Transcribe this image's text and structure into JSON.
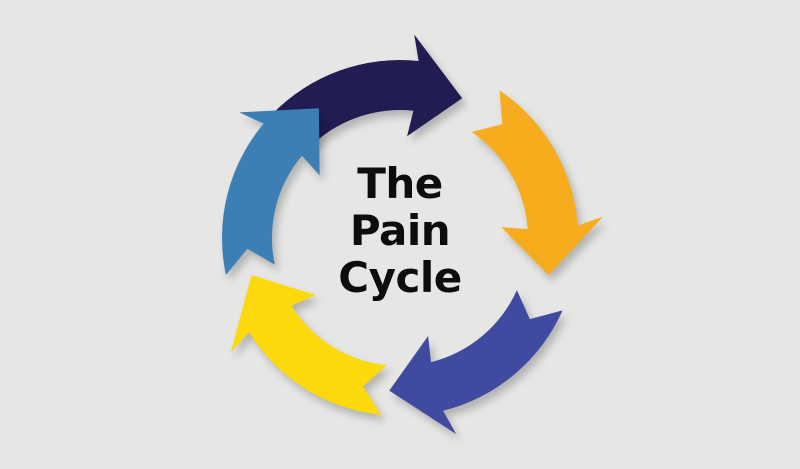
{
  "diagram": {
    "title_lines": [
      "The",
      "Pain",
      "Cycle"
    ],
    "arrows": [
      {
        "name": "arrow-navy",
        "color": "#211c52"
      },
      {
        "name": "arrow-orange",
        "color": "#f6ac1c"
      },
      {
        "name": "arrow-indigo",
        "color": "#3f4aa0"
      },
      {
        "name": "arrow-yellow",
        "color": "#fcd90a"
      },
      {
        "name": "arrow-steel-blue",
        "color": "#3c7fb5"
      }
    ]
  }
}
